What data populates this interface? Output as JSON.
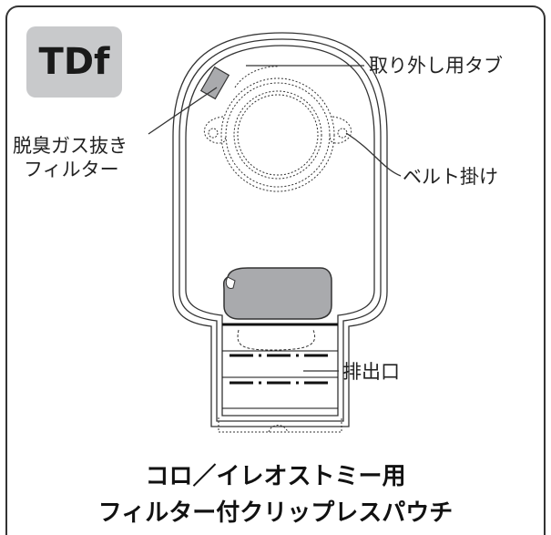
{
  "badge": {
    "text": "TDf",
    "color": "#c8c9cb"
  },
  "labels": {
    "tab": "取り外し用タブ",
    "filter_line1": "脱臭ガス抜き",
    "filter_line2": "フィルター",
    "belt": "ベルト掛け",
    "outlet": "排出口"
  },
  "title": {
    "line1": "コロ／イレオストミー用",
    "line2": "フィルター付クリップレスパウチ"
  },
  "colors": {
    "outline": "#333333",
    "filter_patch": "#a9aaad",
    "clip_patch": "#a9aaad"
  }
}
